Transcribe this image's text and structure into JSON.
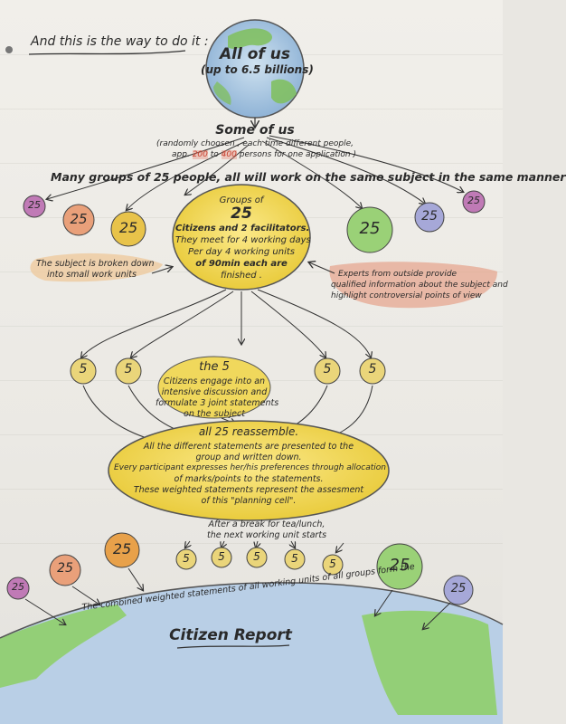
{
  "header": {
    "title": "And this is the way to do it :"
  },
  "globe": {
    "line1": "All of us",
    "line2": "(up to 6.5 billions)"
  },
  "some_of_us": {
    "title": "Some of us",
    "line1": "(randomly choosen , each time different people,",
    "line2_prefix": "app.",
    "line2_n1": "200",
    "line2_mid": "to",
    "line2_n2": "400",
    "line2_suffix": "persons for one application )"
  },
  "many_groups": "Many groups of 25 people, all will work on the same subject in the same manner",
  "group_labels": {
    "g25": "25",
    "g5": "5"
  },
  "center": {
    "line1": "Groups of",
    "line2": "25",
    "line3": "Citizens and 2 facilitators.",
    "line4": "They meet for 4 working days",
    "line5": "Per day 4 working units",
    "line6": "of 90min each are",
    "line7": "finished ."
  },
  "left_note": {
    "line1": "The subject is broken down",
    "line2": "into small work units"
  },
  "right_note": {
    "line1": "Experts from outside provide",
    "line2": "qualified information about the subject and",
    "line3": "highlight controversial points of view"
  },
  "five": {
    "line1": "the 5",
    "line2": "Citizens engage into an",
    "line3": "intensive discussion and",
    "line4": "formulate 3 joint statements",
    "line5": "on the subject"
  },
  "reassemble": {
    "line1": "all 25 reassemble.",
    "line2": "All the different statements are presented to the",
    "line3": "group and written down.",
    "line4": "Every participant expresses her/his preferences through allocation",
    "line5": "of marks/points to the statements.",
    "line6": "These weighted statements represent the assesment",
    "line7": "of this \"planning cell\"."
  },
  "break_note": {
    "line1": "After a break for tea/lunch,",
    "line2": "the next working unit starts"
  },
  "bottom": {
    "arc_text": "The combined weighted statements of all working units of all groups form the",
    "report": "Citizen Report"
  },
  "colors": {
    "yellow": "#e8cf3c",
    "orange": "#e59a4a",
    "green": "#8ccf6a",
    "purple": "#b06aa8",
    "blue": "#8d8fcb",
    "red_highlight": "#d95c4a"
  }
}
